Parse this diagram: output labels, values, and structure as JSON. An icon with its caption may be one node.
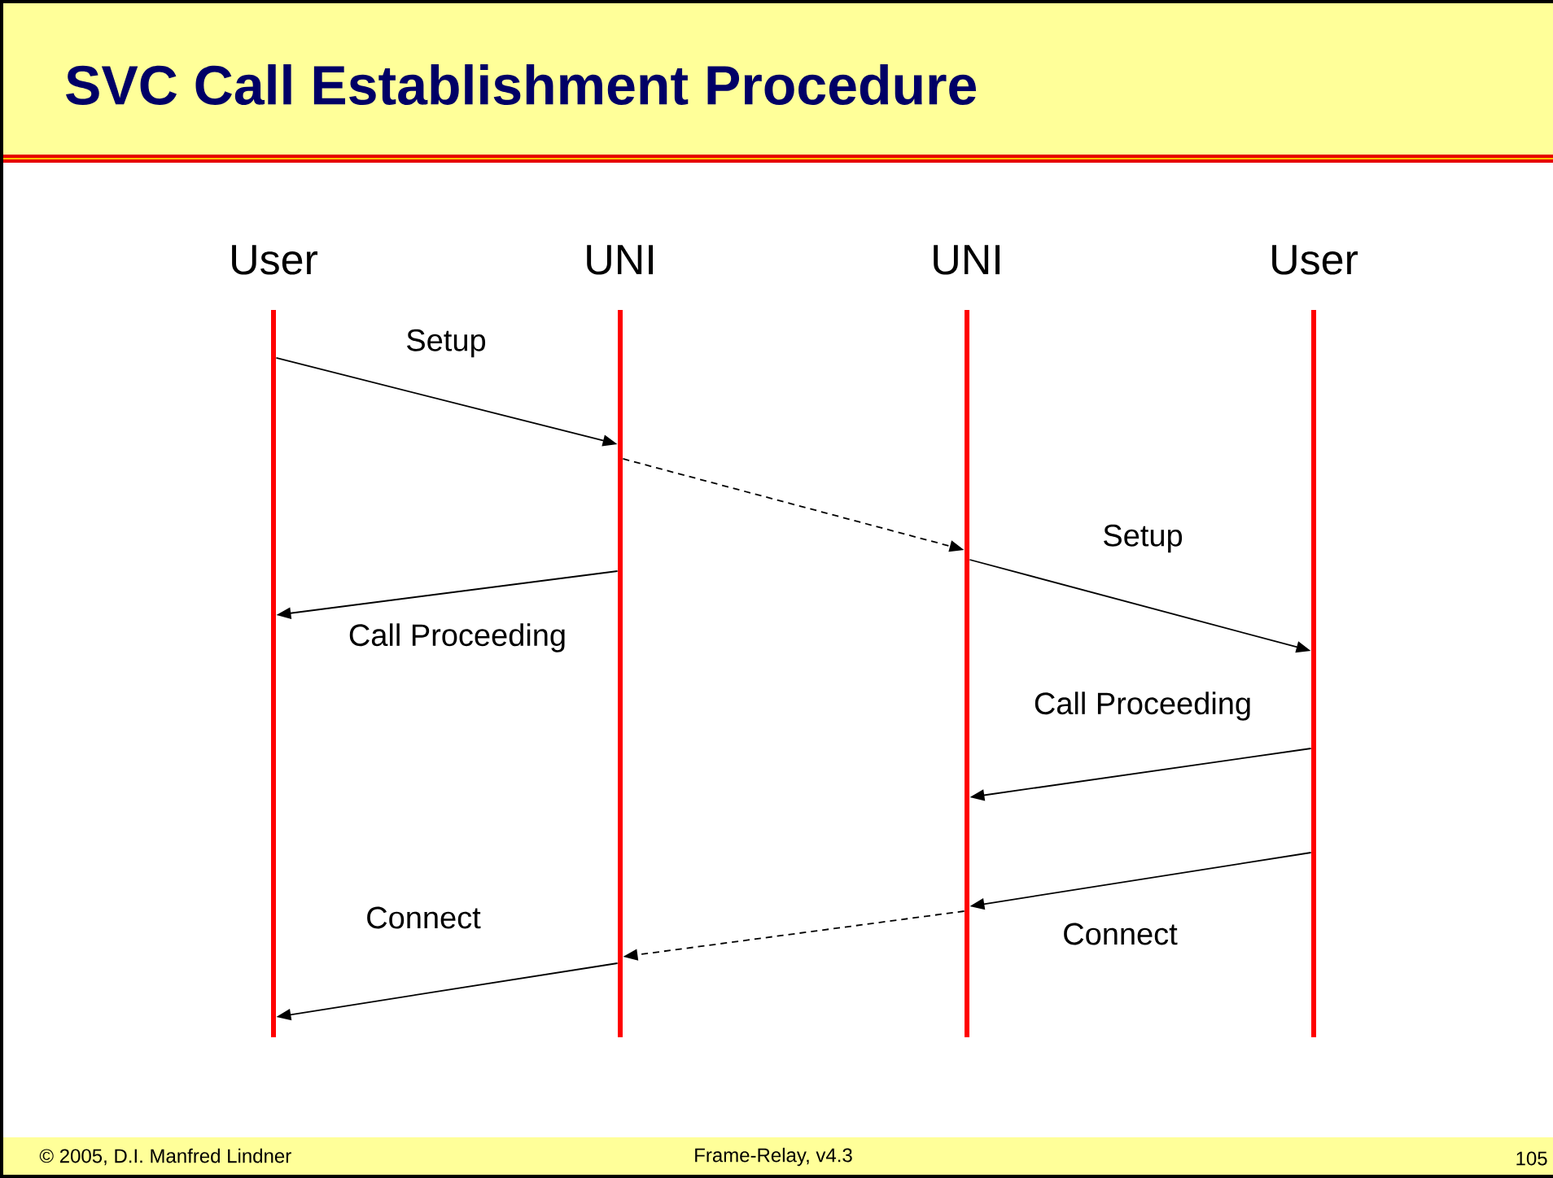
{
  "diagram": {
    "title": "SVC Call Establishment Procedure",
    "nodes": [
      {
        "text": [
          "User"
        ]
      },
      {
        "text": [
          "UNI"
        ]
      },
      {
        "text": [
          "UNI"
        ]
      },
      {
        "text": [
          "User"
        ]
      }
    ],
    "edges": [
      {
        "from": 0,
        "to": 1,
        "arrow": "to",
        "label": "Setup"
      },
      {
        "from": 1,
        "to": 2,
        "arrow": "to",
        "style": "dashed"
      },
      {
        "from": 2,
        "to": 3,
        "arrow": "to",
        "label": "Setup"
      },
      {
        "from": 1,
        "to": 0,
        "arrow": "to",
        "label": "Call Proceeding"
      },
      {
        "from": 3,
        "to": 2,
        "arrow": "to",
        "label": "Call Proceeding"
      },
      {
        "from": 3,
        "to": 2,
        "arrow": "to",
        "label": "Connect"
      },
      {
        "from": 2,
        "to": 1,
        "arrow": "to",
        "style": "dashed"
      },
      {
        "from": 1,
        "to": 0,
        "arrow": "to",
        "label": "Connect"
      }
    ],
    "labels": [
      "© 2005, D.I. Manfred Lindner",
      "Frame-Relay, v4.3",
      "105"
    ]
  }
}
